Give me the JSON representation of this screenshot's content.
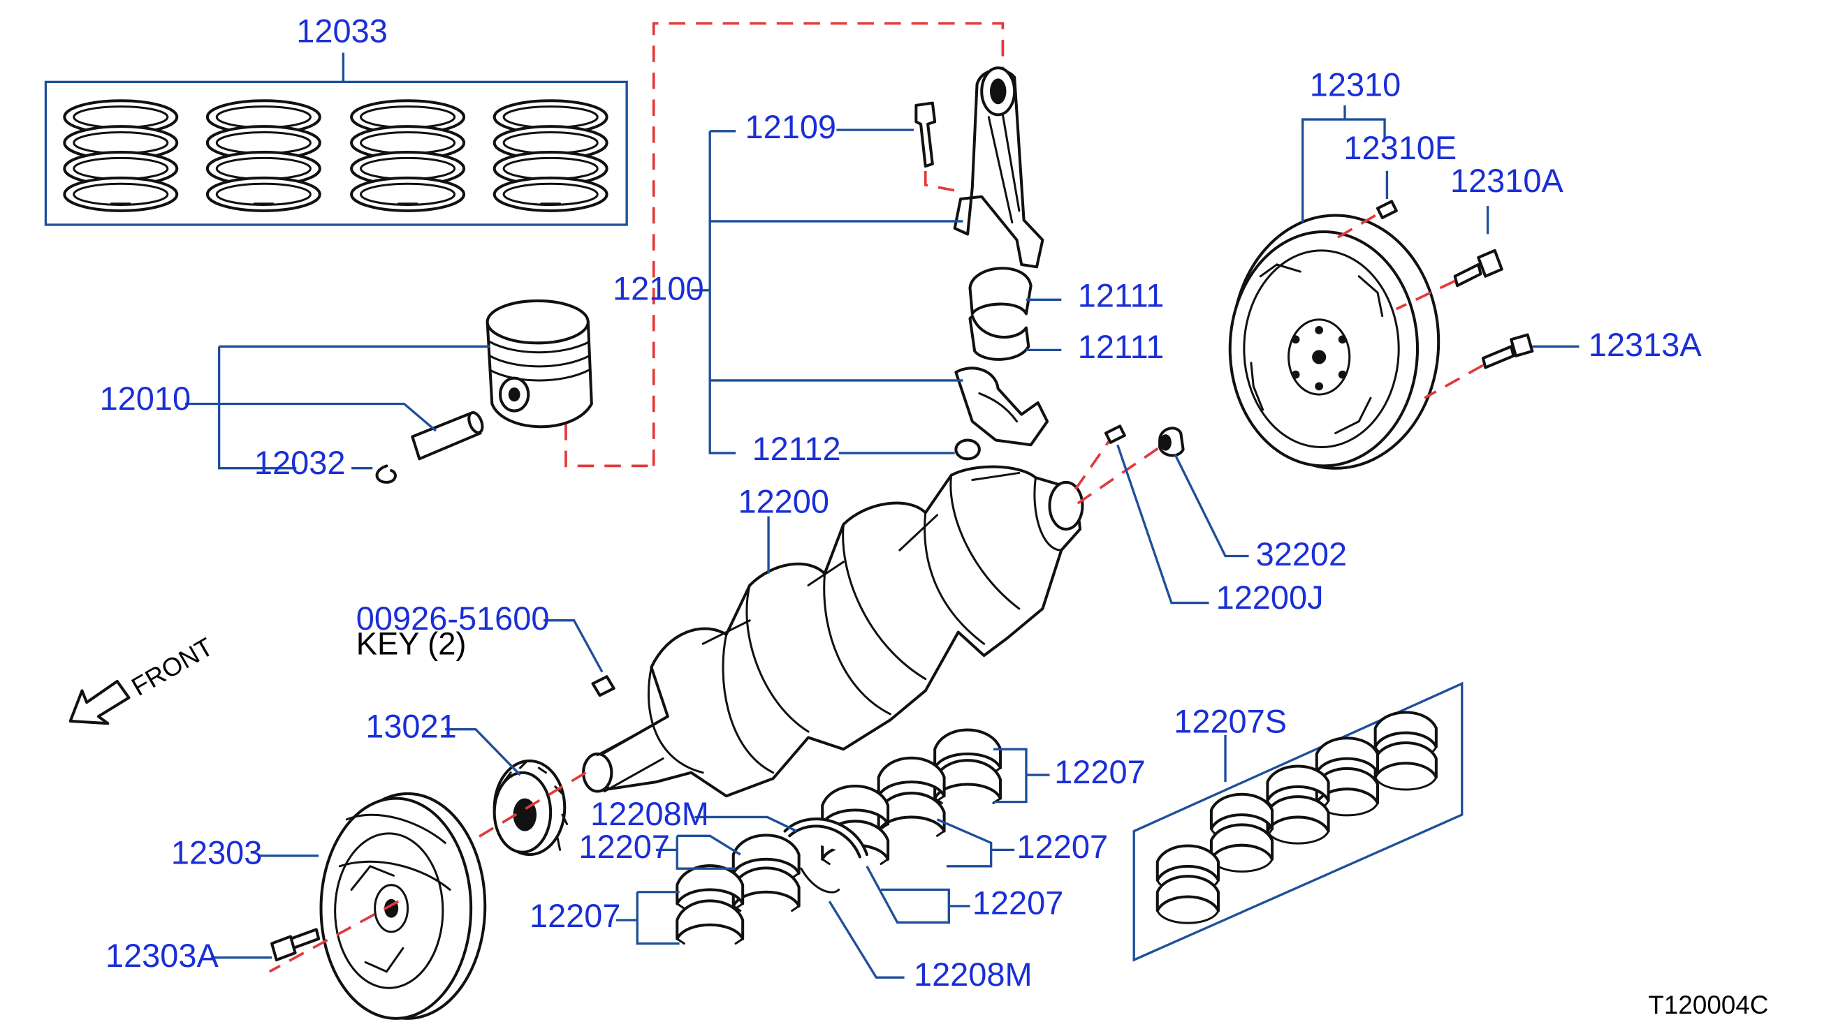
{
  "diagram": {
    "direction_label": "FRONT",
    "drawing_code": "T120004C",
    "parts": {
      "piston_ring_set": "12033",
      "connecting_rod_assy": "12100",
      "rod_bolt": "12109",
      "rod_bearing_upper": "12111",
      "rod_bearing_lower": "12111",
      "rod_nut": "12112",
      "piston": "12010",
      "snap_ring": "12032",
      "crankshaft": "12200",
      "woodruff_key_no": "00926-51600",
      "woodruff_key_desc": "KEY  (2)",
      "crank_sprocket": "13021",
      "crank_pulley": "12303",
      "pulley_bolt": "12303A",
      "flywheel": "12310",
      "flywheel_pin": "12310E",
      "flywheel_bolt": "12310A",
      "flywheel_bolt_2": "12313A",
      "pilot_bushing": "32202",
      "crank_pin": "12200J",
      "main_bearing_set": "12207S",
      "main_bearing_a": "12207",
      "main_bearing_b": "12207",
      "main_bearing_c": "12207",
      "main_bearing_d": "12207",
      "main_bearing_e": "12207",
      "thrust_washer_upper": "12208M",
      "thrust_washer_lower": "12208M"
    }
  }
}
